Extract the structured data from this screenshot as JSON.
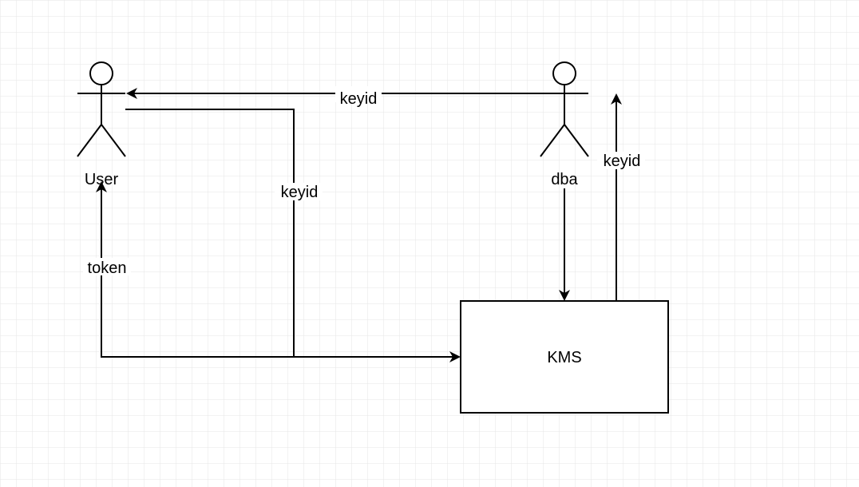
{
  "diagram": {
    "actors": {
      "user": {
        "label": "User"
      },
      "dba": {
        "label": "dba"
      }
    },
    "nodes": {
      "kms": {
        "label": "KMS"
      }
    },
    "edges": {
      "dba_to_user": {
        "label": "keyid"
      },
      "user_to_kms": {
        "label": "keyid"
      },
      "kms_to_user": {
        "label": "token"
      },
      "kms_to_dba": {
        "label": "keyid"
      },
      "dba_to_kms": {
        "label": ""
      }
    }
  },
  "colors": {
    "stroke": "#000000",
    "grid": "#e5e5e5",
    "background": "#ffffff"
  }
}
